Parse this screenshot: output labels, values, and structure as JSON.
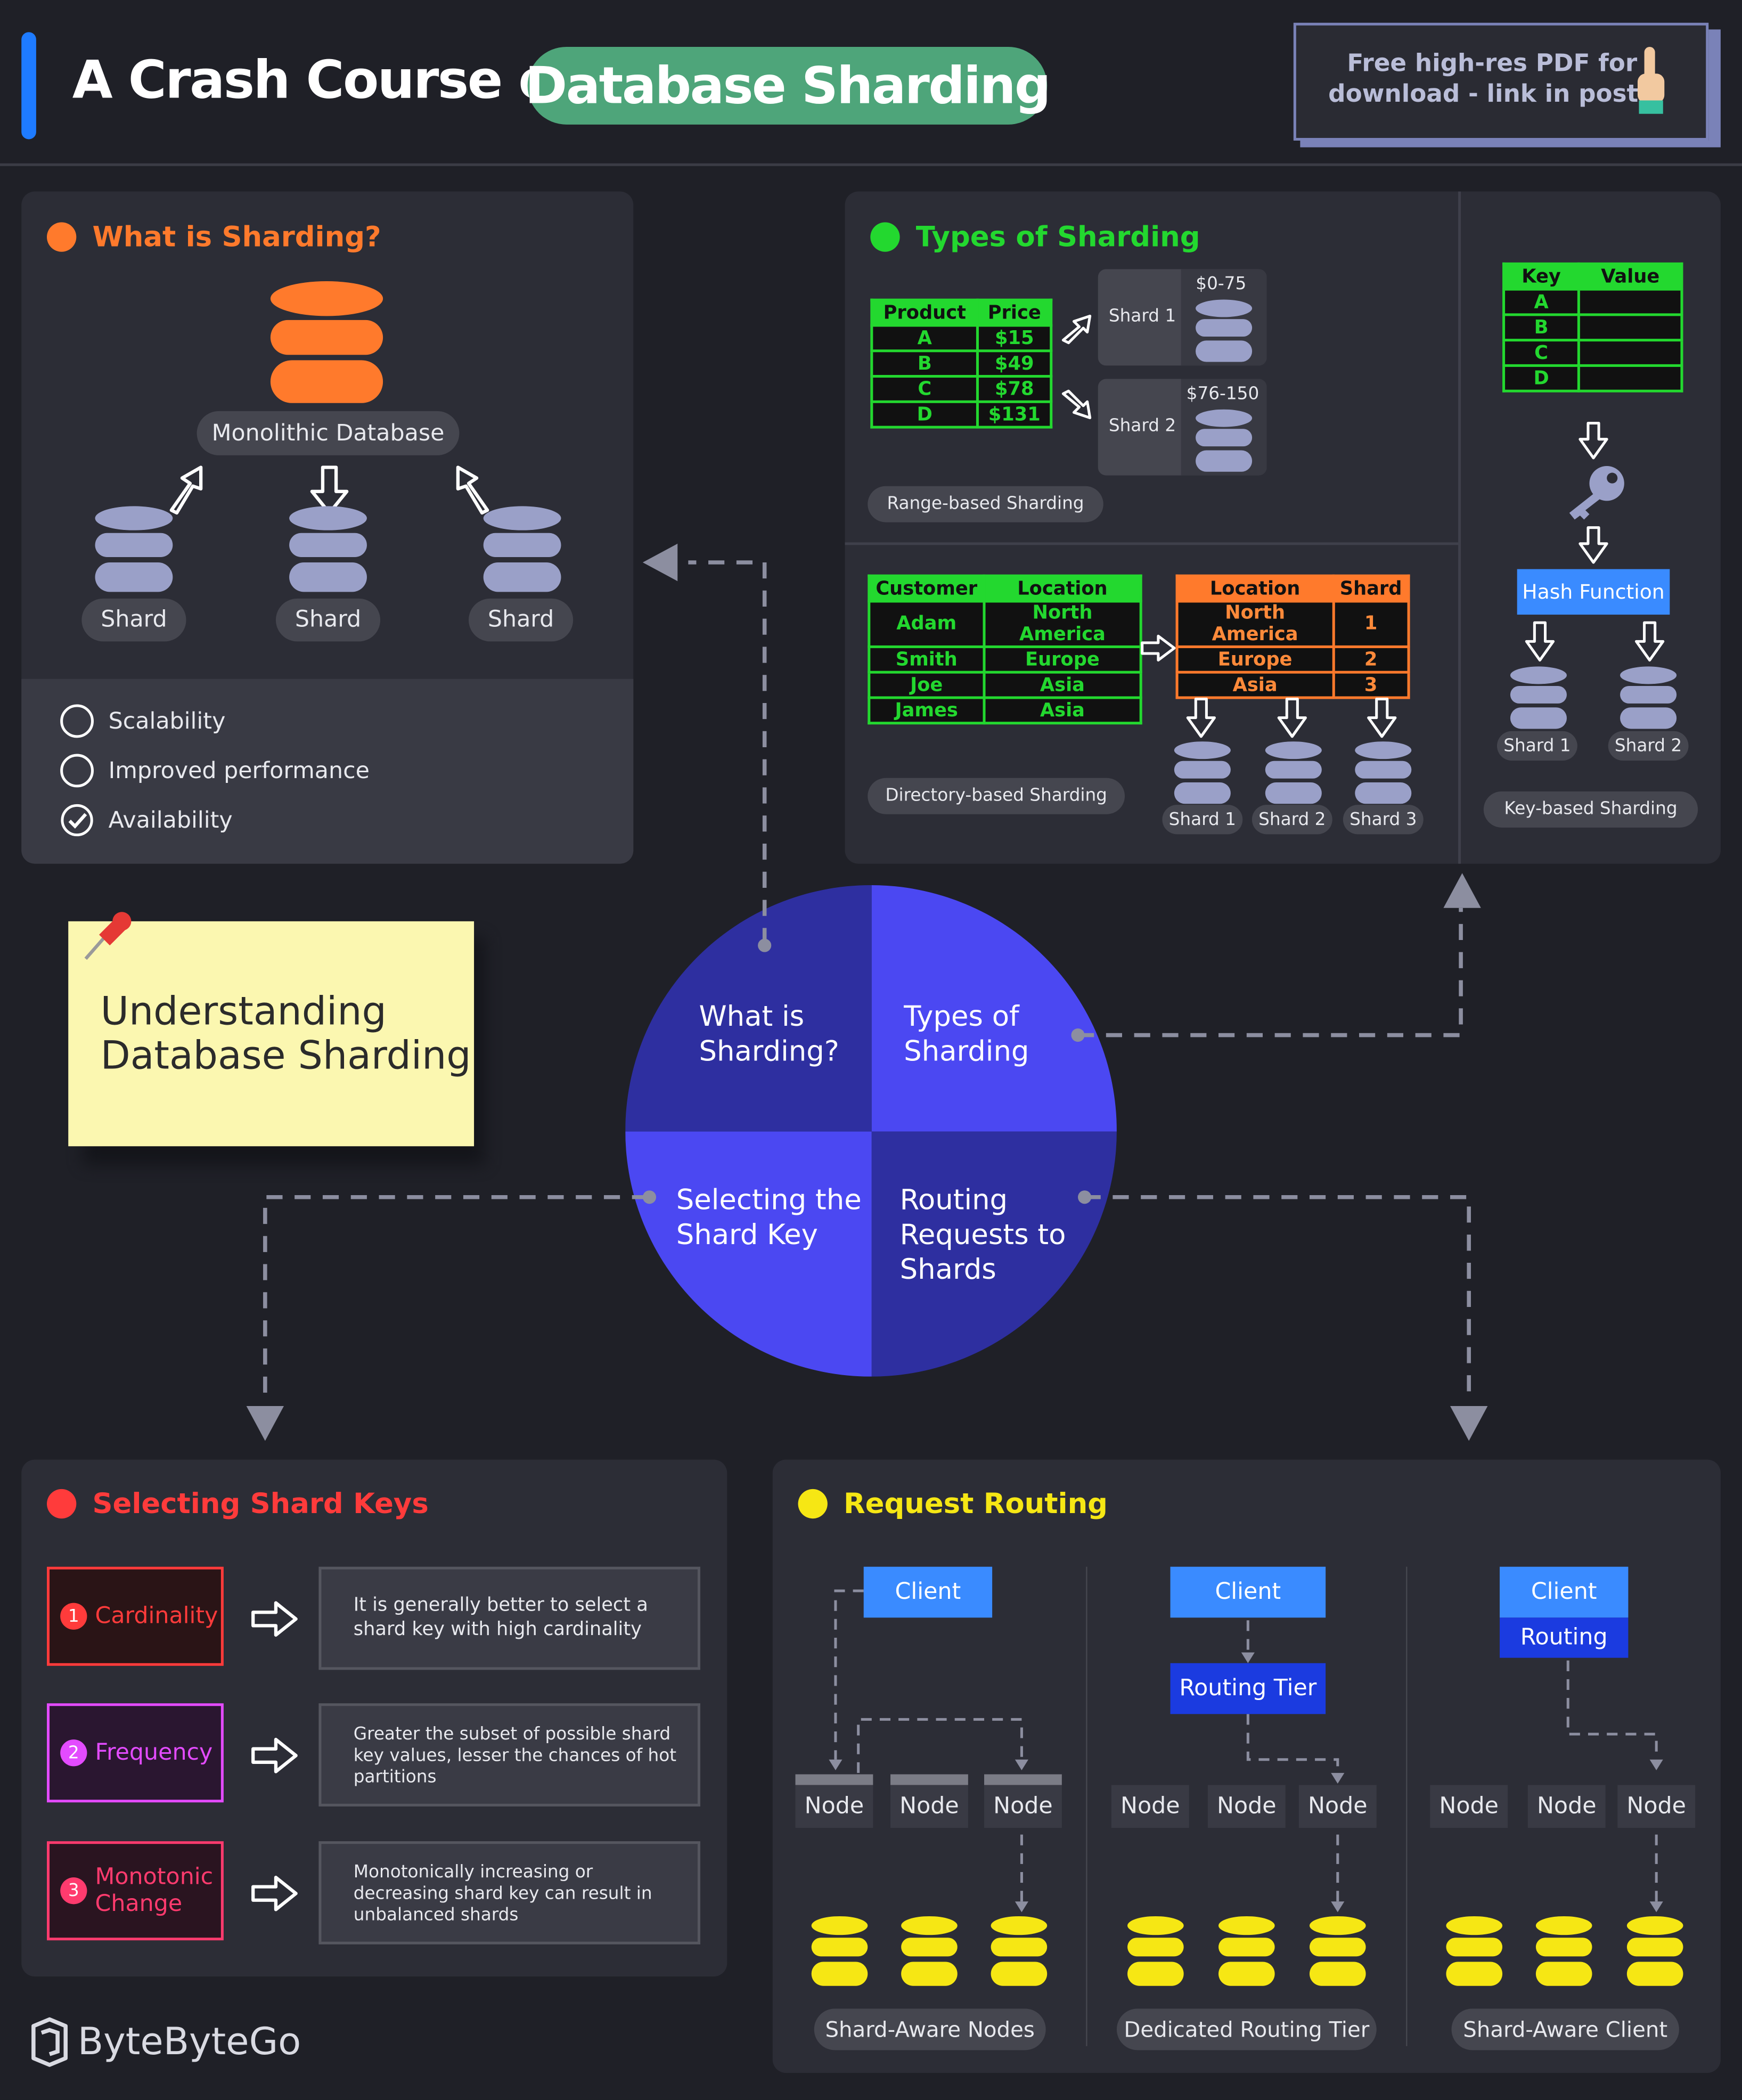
{
  "header": {
    "title_prefix": "A Crash Course on",
    "title_highlight": "Database Sharding",
    "promo_line1": "Free high-res PDF for",
    "promo_line2": "download - link in post",
    "pointing_icon": "pointing-up-hand-icon"
  },
  "what_is_sharding": {
    "title": "What is Sharding?",
    "monolithic": "Monolithic Database",
    "shards": [
      "Shard",
      "Shard",
      "Shard"
    ],
    "benefits": [
      {
        "label": "Scalability",
        "checked": false
      },
      {
        "label": "Improved performance",
        "checked": false
      },
      {
        "label": "Availability",
        "checked": true
      }
    ]
  },
  "types_of_sharding": {
    "title": "Types of Sharding",
    "range": {
      "headers": [
        "Product",
        "Price"
      ],
      "rows": [
        [
          "A",
          "$15"
        ],
        [
          "B",
          "$49"
        ],
        [
          "C",
          "$78"
        ],
        [
          "D",
          "$131"
        ]
      ],
      "shard1_label": "Shard 1",
      "shard1_range": "$0-75",
      "shard2_label": "Shard 2",
      "shard2_range": "$76-150",
      "caption": "Range-based Sharding"
    },
    "directory": {
      "headers": [
        "Customer",
        "Location"
      ],
      "rows": [
        [
          "Adam",
          "North America"
        ],
        [
          "Smith",
          "Europe"
        ],
        [
          "Joe",
          "Asia"
        ],
        [
          "James",
          "Asia"
        ]
      ],
      "lookup_headers": [
        "Location",
        "Shard"
      ],
      "lookup_rows": [
        [
          "North America",
          "1"
        ],
        [
          "Europe",
          "2"
        ],
        [
          "Asia",
          "3"
        ]
      ],
      "shards": [
        "Shard 1",
        "Shard 2",
        "Shard 3"
      ],
      "caption": "Directory-based Sharding"
    },
    "key": {
      "headers": [
        "Key",
        "Value"
      ],
      "rows": [
        [
          "A",
          ""
        ],
        [
          "B",
          ""
        ],
        [
          "C",
          ""
        ],
        [
          "D",
          ""
        ]
      ],
      "hash_function": "Hash Function",
      "shards": [
        "Shard 1",
        "Shard 2"
      ],
      "caption": "Key-based Sharding"
    }
  },
  "sticky_note": {
    "line1": "Understanding",
    "line2": "Database Sharding"
  },
  "wheel": {
    "q1_line1": "What is",
    "q1_line2": "Sharding?",
    "q2_line1": "Types of",
    "q2_line2": "Sharding",
    "q3_line1": "Selecting the",
    "q3_line2": "Shard Key",
    "q4_line1": "Routing",
    "q4_line2": "Requests to",
    "q4_line3": "Shards"
  },
  "shard_keys": {
    "title": "Selecting Shard Keys",
    "items": [
      {
        "num": "1",
        "label1": "Cardinality",
        "label2": "",
        "desc1": "It is generally better to select a",
        "desc2": "shard key with high cardinality",
        "desc3": "",
        "color": "#ff3b3b"
      },
      {
        "num": "2",
        "label1": "Frequency",
        "label2": "",
        "desc1": "Greater the subset of possible shard",
        "desc2": "key values, lesser the chances of hot",
        "desc3": "partitions",
        "color": "#e34bff"
      },
      {
        "num": "3",
        "label1": "Monotonic",
        "label2": "Change",
        "desc1": "Monotonically increasing or",
        "desc2": "decreasing shard key can result in",
        "desc3": "unbalanced shards",
        "color": "#ff3b6e"
      }
    ]
  },
  "request_routing": {
    "title": "Request Routing",
    "client": "Client",
    "routing_tier": "Routing Tier",
    "routing": "Routing",
    "node": "Node",
    "captions": [
      "Shard-Aware Nodes",
      "Dedicated Routing Tier",
      "Shard-Aware Client"
    ]
  },
  "footer": {
    "brand": "ByteByteGo"
  },
  "colors": {
    "background": "#1f2027",
    "panel": "#2c2d36",
    "accent_green": "#23d82f",
    "accent_orange": "#ff7a2c",
    "accent_red": "#ff3b3b",
    "accent_yellow": "#f6e714",
    "wheel_light": "#4b48f2",
    "wheel_dark": "#2e2fa0"
  }
}
